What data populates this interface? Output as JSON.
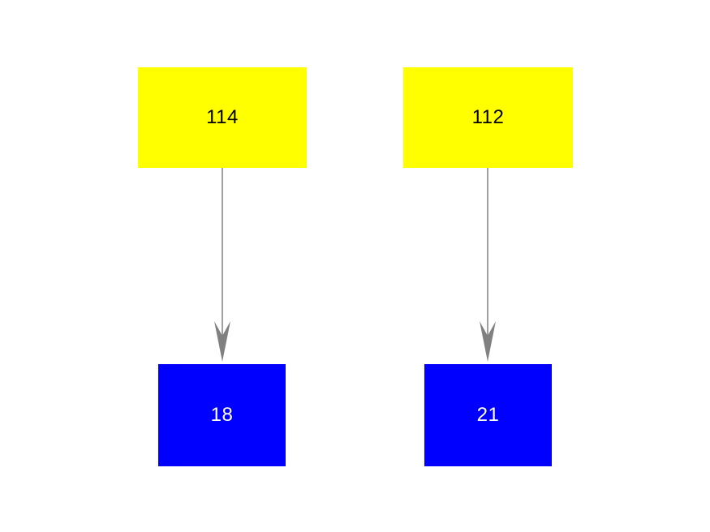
{
  "diagram": {
    "background_color": "#ffffff",
    "arrow_color": "#808080",
    "nodes": [
      {
        "id": "node-114",
        "label": "114",
        "fill": "#ffff00",
        "text_color": "#000000"
      },
      {
        "id": "node-112",
        "label": "112",
        "fill": "#ffff00",
        "text_color": "#000000"
      },
      {
        "id": "node-18",
        "label": "18",
        "fill": "#0000ff",
        "text_color": "#ffffff"
      },
      {
        "id": "node-21",
        "label": "21",
        "fill": "#0000ff",
        "text_color": "#ffffff"
      }
    ],
    "edges": [
      {
        "from": "114",
        "to": "18"
      },
      {
        "from": "112",
        "to": "21"
      }
    ]
  }
}
